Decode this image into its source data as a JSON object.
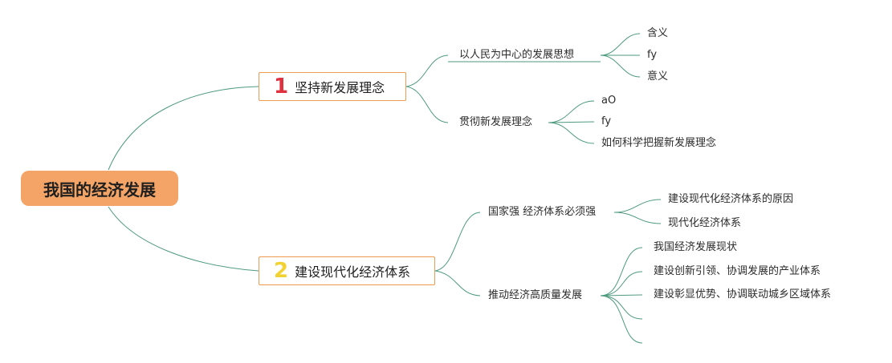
{
  "root": {
    "label": "我国的经济发展"
  },
  "branches": [
    {
      "number": "1",
      "label": "坚持新发展理念",
      "children": [
        {
          "label": "以人民为中心的发展思想",
          "leaves": [
            "含义",
            "fy",
            "意义"
          ]
        },
        {
          "label": "贯彻新发展理念",
          "leaves": [
            "aO",
            "fy",
            "如何科学把握新发展理念"
          ]
        }
      ]
    },
    {
      "number": "2",
      "label": "建设现代化经济体系",
      "children": [
        {
          "label": "国家强 经济体系必须强",
          "leaves": [
            "建设现代化经济体系的原因",
            "现代化经济体系"
          ]
        },
        {
          "label": "推动经济高质量发展",
          "leaves": [
            "我国经济发展现状",
            "建设创新引领、协调发展的产业体系",
            "建设彰显优势、协调联动城乡区域体系",
            "",
            ""
          ]
        }
      ]
    }
  ],
  "colors": {
    "root_fill": "#f3a466",
    "branch_border": "#ef9a51",
    "connector": "#4e9a7e",
    "number_1": "#e0313e",
    "number_2": "#f2d233"
  }
}
